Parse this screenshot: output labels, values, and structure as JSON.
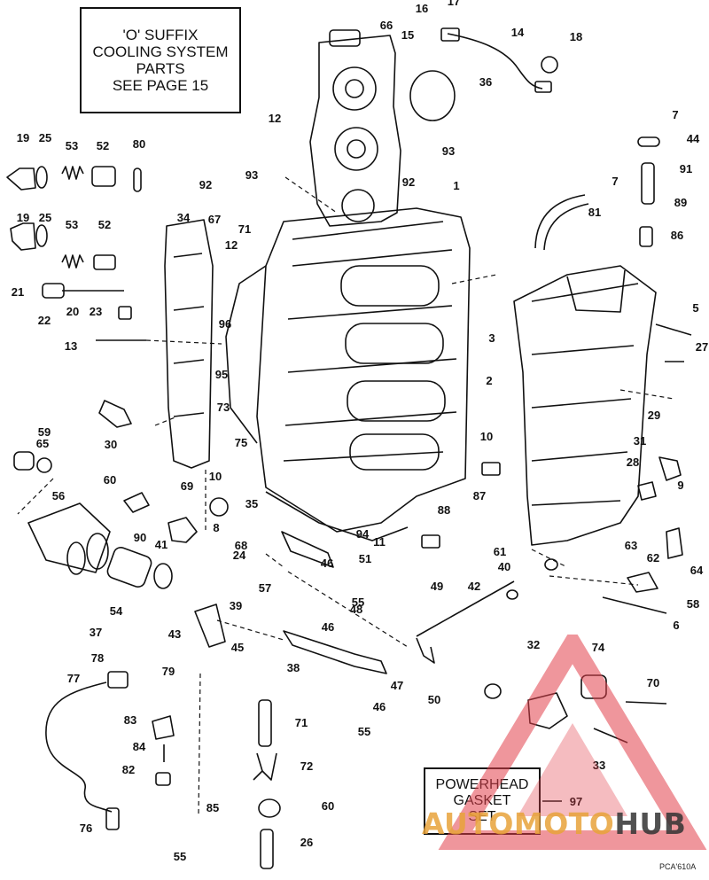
{
  "note_box": {
    "lines": [
      "'O' SUFFIX",
      "COOLING SYSTEM",
      "PARTS",
      "SEE PAGE 15"
    ]
  },
  "gasket_box": {
    "lines": [
      "POWERHEAD",
      "GASKET",
      "SET"
    ],
    "callout": "97"
  },
  "reference_code": "PCA'610A",
  "watermark": {
    "part_a": "AUTOMOTO",
    "part_b": "HUB"
  },
  "callouts": [
    "1",
    "2",
    "3",
    "5",
    "6",
    "7",
    "7",
    "8",
    "9",
    "10",
    "10",
    "11",
    "12",
    "12",
    "13",
    "14",
    "15",
    "16",
    "17",
    "18",
    "19",
    "19",
    "20",
    "21",
    "22",
    "23",
    "24",
    "25",
    "25",
    "26",
    "27",
    "28",
    "29",
    "30",
    "31",
    "32",
    "33",
    "34",
    "35",
    "36",
    "37",
    "38",
    "39",
    "40",
    "41",
    "42",
    "43",
    "44",
    "45",
    "46",
    "46",
    "46",
    "47",
    "48",
    "49",
    "50",
    "51",
    "52",
    "52",
    "53",
    "53",
    "54",
    "55",
    "55",
    "55",
    "56",
    "57",
    "58",
    "59",
    "60",
    "60",
    "61",
    "62",
    "63",
    "64",
    "65",
    "66",
    "67",
    "68",
    "69",
    "70",
    "71",
    "71",
    "72",
    "73",
    "74",
    "75",
    "76",
    "77",
    "78",
    "79",
    "80",
    "81",
    "82",
    "83",
    "84",
    "85",
    "86",
    "87",
    "88",
    "89",
    "90",
    "91",
    "92",
    "92",
    "93",
    "93",
    "94",
    "95",
    "96"
  ]
}
